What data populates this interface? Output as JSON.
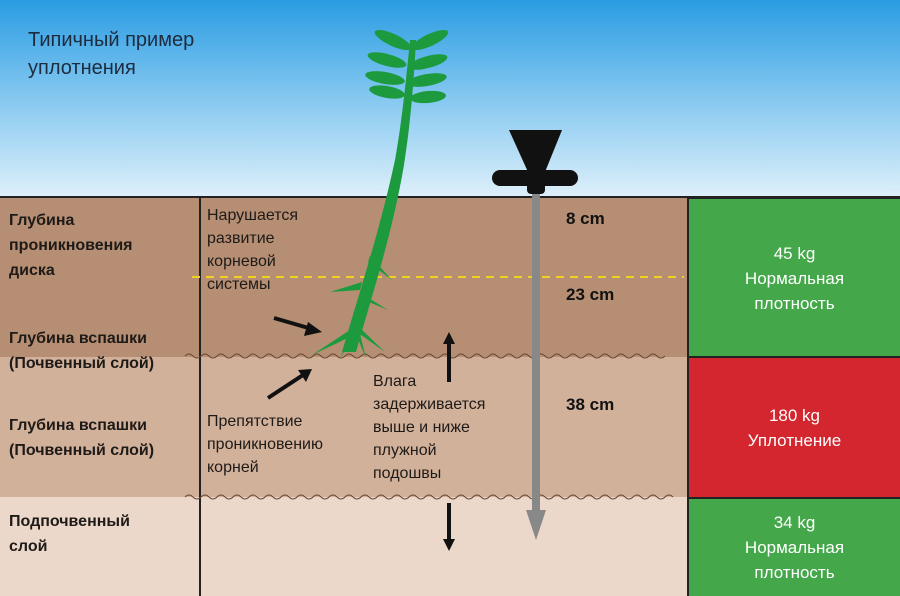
{
  "title": [
    "Типичный пример",
    "уплотнения"
  ],
  "left_labels": {
    "disk_depth": [
      "Глубина",
      "проникновения",
      "диска"
    ],
    "plow_depth_1": [
      "Глубина вспашки",
      "(Почвенный слой)"
    ],
    "plow_depth_2": [
      "Глубина вспашки",
      "(Почвенный слой)"
    ],
    "subsoil": [
      "Подпочвенный",
      "слой"
    ]
  },
  "annotations": {
    "root_development": [
      "Нарушается",
      "развитие",
      "корневой",
      "системы"
    ],
    "root_obstacle": [
      "Препятствие",
      "проникновению",
      "корней"
    ],
    "moisture": [
      "Влага",
      "задерживается",
      "выше и ниже",
      "плужной",
      "подошвы"
    ]
  },
  "depths": [
    "8 cm",
    "23 cm",
    "38 cm"
  ],
  "density_boxes": [
    {
      "value": "45 kg",
      "label": "Нормальная плотность",
      "lines": [
        "Нормальная",
        "плотность"
      ],
      "color": "#44a84a"
    },
    {
      "value": "180 kg",
      "label": "Уплотнение",
      "lines": [
        "Уплотнение"
      ],
      "color": "#d3262e"
    },
    {
      "value": "34 kg",
      "label": "Нормальная плотность",
      "lines": [
        "Нормальная",
        "плотность"
      ],
      "color": "#44a84a"
    }
  ]
}
